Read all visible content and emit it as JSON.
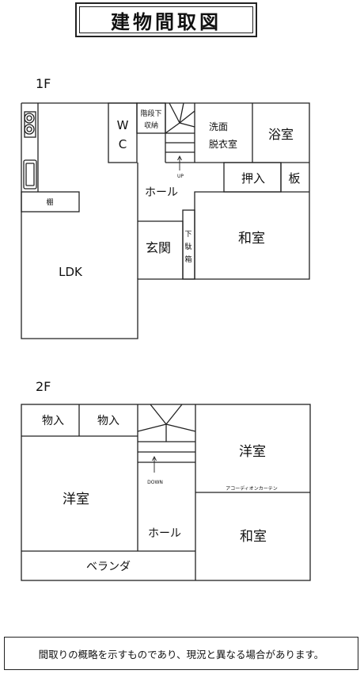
{
  "title": "建物間取図",
  "floors": {
    "first": {
      "label": "1F",
      "rooms": {
        "wc_line1": "W",
        "wc_line2": "C",
        "under_stairs_line1": "階段下",
        "under_stairs_line2": "収納",
        "washroom_line1": "洗面",
        "washroom_line2": "脱衣室",
        "bath": "浴室",
        "hall": "ホール",
        "closet": "押入",
        "board": "板",
        "shelf": "棚",
        "entrance": "玄関",
        "shoebox_1": "下",
        "shoebox_2": "駄",
        "shoebox_3": "箱",
        "japanese_room": "和室",
        "ldk": "LDK",
        "stairs_up": "UP"
      }
    },
    "second": {
      "label": "2F",
      "rooms": {
        "storage_1": "物入",
        "storage_2": "物入",
        "western_room_left": "洋室",
        "western_room_right": "洋室",
        "accordion_curtain": "アコーディオンカーテン",
        "stairs_down": "DOWN",
        "hall": "ホール",
        "japanese_room": "和室",
        "veranda": "ベランダ"
      }
    }
  },
  "note": "間取りの概略を示すものであり、現況と異なる場合があります。"
}
